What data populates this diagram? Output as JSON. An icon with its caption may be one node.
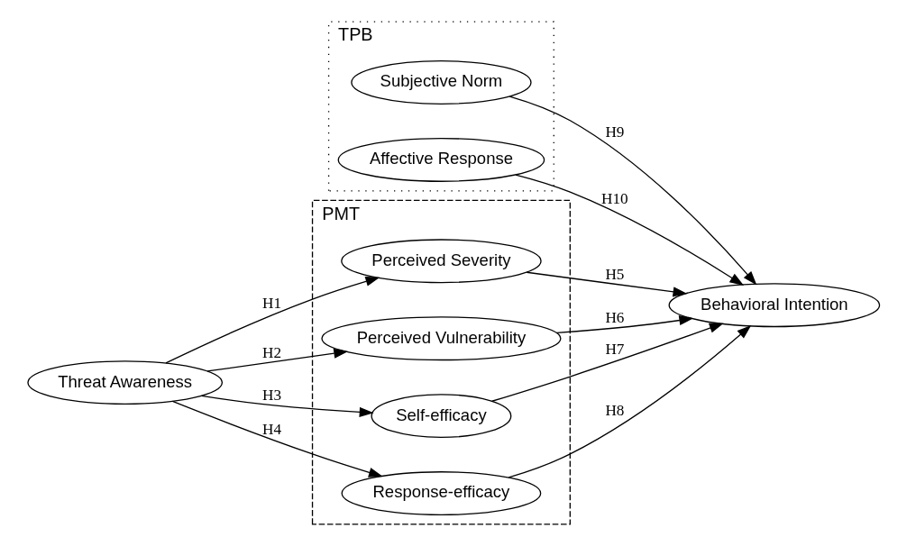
{
  "diagram": {
    "nodes": [
      {
        "text": [
          "PMT"
        ]
      },
      {
        "text": [
          "TPB"
        ]
      },
      {
        "text": [
          "Threat Awareness"
        ]
      },
      {
        "text": [
          "Perceived Severity"
        ],
        "in": 0
      },
      {
        "text": [
          "Perceived Vulnerability"
        ],
        "in": 0
      },
      {
        "text": [
          "Self-efficacy"
        ],
        "in": 0
      },
      {
        "text": [
          "Response-efficacy"
        ],
        "in": 0
      },
      {
        "text": [
          "Behavioral Intention"
        ]
      },
      {
        "text": [
          "Subjective Norm"
        ],
        "in": 1
      },
      {
        "text": [
          "Affective Response"
        ],
        "in": 1
      }
    ],
    "edges": [
      {
        "from": 2,
        "to": 3,
        "arrow": "to",
        "label": "H1"
      },
      {
        "from": 2,
        "to": 4,
        "arrow": "to",
        "label": "H2"
      },
      {
        "from": 2,
        "to": 5,
        "arrow": "to",
        "label": "H3"
      },
      {
        "from": 2,
        "to": 6,
        "arrow": "to",
        "label": "H4"
      },
      {
        "from": 3,
        "to": 7,
        "arrow": "to",
        "label": "H5"
      },
      {
        "from": 4,
        "to": 7,
        "arrow": "to",
        "label": "H6"
      },
      {
        "from": 5,
        "to": 7,
        "arrow": "to",
        "label": "H7"
      },
      {
        "from": 6,
        "to": 7,
        "arrow": "to",
        "label": "H8"
      },
      {
        "from": 8,
        "to": 7,
        "arrow": "to",
        "label": "H9"
      },
      {
        "from": 9,
        "to": 7,
        "arrow": "to",
        "label": "H10"
      }
    ]
  }
}
